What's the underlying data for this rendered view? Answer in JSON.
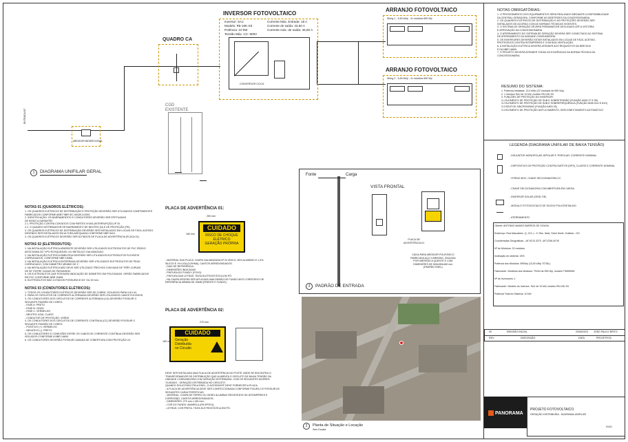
{
  "colors": {
    "accent": "#c99400",
    "warning": "#f5d300",
    "logo_bg": "#1c1c1c",
    "logo_accent": "#e35a1a"
  },
  "inverter": {
    "title": "INVERSOR FOTOVOLTAICO",
    "specs_left": [
      "Inversor: SAJ",
      "Modelo: R5-10K-S3",
      "Potência: 10 kW",
      "Tensão Máx. CC: 600V"
    ],
    "specs_right": [
      "Corrente Máx. Entrada: 18 A",
      "Corrente de saída: 43,50 A",
      "Corrente máx. de saída: 45,50 A"
    ],
    "inner_label": "CONVERSOR CC/CA"
  },
  "arrays": {
    "title": "ARRANJO FOTOVOLTAICO",
    "string1": "String 1 - 6,50 kWp - 11 módulos 590 Wp",
    "string2": "String 2 - 6,50 kWp - 11 módulos 590 Wp"
  },
  "quadro_ca": "QUADRO CA",
  "cgd": "CGD\nEXISTENTE",
  "diagram_title": "DIAGRAMA UNIFILAR GERAL",
  "medidor": "MEDIDOR\nBIDIRECIONAL",
  "diagram_number": "1",
  "fonte": "Fonte",
  "carga": "Carga",
  "vista_frontal": "VISTA FRONTAL",
  "placa_adv_label": "PLACA DE\nADVERTÊNCIA 01",
  "caixa_text": "CAIXA PARA MEDIDOR POLIFÁSICO\nFABRICADA AÇO CARBONO, ZINCADA\nPOR IMERSÃO A QUENTE E COM\nDIMENSÕES DE 500x350x180 mm\n(PADRÃO ENEL)",
  "padrao_title": "PADRÃO DE ENTRADA",
  "padrao_num": "3",
  "placa01": {
    "title": "PLACA DE ADVERTÊNCIA 01:",
    "head": "CUIDADO",
    "body": "RISCO DE CHOQUE\nELÉTRICO\nGERAÇÃO PRÓPRIA",
    "dim_w": "250 mm",
    "dim_h": "180 mm"
  },
  "placa01_notes": [
    "- MATERIAL DAS PLACA: CHAPA GALVANIZADA Nº 24 ZINCO, 96% ALUMÍNIO E 1,3%.",
    "SILÍCIO E 1% LIGA (0,5%M&), CANTOS ARREDONDADOS.",
    "- DIAS DE REFERÊNCIA:",
    "- DIMENSÕES INDICADAS",
    "- PINTURA DO FUNDO: (FOVO)",
    "- PINTURA DAS LETRAS: TINTA ELETROSTÁTICA EM PÓ.",
    "",
    "- NA CHAPA DEVERÁ SER APLICADA UMA DEMÃO DE FUNDO ANTI-CORROSIVO DE",
    "REFERÊNCIA MÍNIMA DE 30MM (FRENTE E FUNDO)."
  ],
  "placa02": {
    "title": "PLACA DE ADVERTÊNCIA 02:",
    "head": "CUIDADO",
    "body": "Geração\nDistribuída\nno Circuito",
    "dim_w": "270 mm",
    "dim_h": "180 mm"
  },
  "placa02_notes": [
    "DEVE SER INSTALADA UMA PLACA DE ADVERTÊNCIA NO POSTE ONDE SE ENCONTRA O",
    "TRANSFORMADOR DE DISTRIBUIÇÃO QUE ALIMENTA O CIRCUITO DE BAIXA TENSÃO DA",
    "UNIDADE CONSUMIDORA COM GERAÇÃO DISTRIBUÍDA, COM OS SEGUINTES DIZERES:",
    "'CUIDADO - GERAÇÃO DISTRIBUÍDA NO CIRCUITO'.",
    "QUANDO SOLICITADO PELA ENEL, O ACESSANTE DEVE FORNECER A PLACA.",
    "",
    "- A PLACA DE ADVERTÊNCIA DEVE SER CONFECCIONADA CONFORME FIGURA 3 E POSSUIR AS",
    "SEGUINTES CARACTERÍSTICAS:",
    "",
    "- MATERIAL: CHAPA DE FERRO OU VIDRO ALUMÍNIO RESISTENTE ÀS INTEMPÉRIES E",
    "  CORROSÃO, CANTOS ARREDONDADOS;",
    "- DIMENSÕES: 270 mm x 180 mm;",
    "- COR DO FUNDO: AMARELA (EM EPÓXI);",
    "- LETRAS: COR PRETA, TINTA ELETROSTÁTICA EM PÓ."
  ],
  "notas01": {
    "title": "NOTAS 01 (QUADROS ELÉTRICOS):",
    "lines": [
      "1. OS QUADROS ELÉTRICOS DE DISTRIBUIÇÃO E PROTEÇÃO DEVERÃO SER UTILIZADOS COMPONENTES",
      "   FABRICADOS CONFORME ABNT NBR IEC 60439-3:2004.",
      "2. IDENTIFICAÇÃO: OS BARRAMENTOS E CONDUTORES DEVERÃO SER EFETUADAS",
      "   DE MODO A GARANTIR:",
      "   2.1. PROTEÇÃO CONTRA CONTATOS COM PARTES VIVAS (INTERRUPÇÃO) IP 20.",
      "   2.2. O QUADRO DISTRIBUIDOR DE BARRAMENTO DE NEUTRO (N) E DE PROTEÇÃO (PE).",
      "3. OS QUADROS ELÉTRICOS DE DISTRIBUIÇÃO DEVERÃO SER INSTALADOS EM LOCAIS DE FÁCIL ACESSO,",
      "   DEVENDO SER INSTALADOS EM ALTURA ADEQUADA CONFORME NBR 5410.",
      "4. OS QUADROS ELÉTRICOS DEVERÃO SER DOTADOS DE PLACA DE ADVERTÊNCIA (PLACA 01)."
    ]
  },
  "notas02": {
    "title": "NOTAS 02 (ELETRODUTOS):",
    "lines": [
      "1. NA INSTALAÇÃO ELÉTRICA APARENTE DEVERÃO SER UTILIZADOS ELETRODUTOS DE PVC RÍGIDO",
      "   ANTICHAMA DO TIPO ROSQUEÁVEL OU METÁLICO GALVANIZADO.",
      "2. NA INSTALAÇÃO ELÉTRICA EMBUTIDA DEVERÃO SER UTILIZADOS ELETRODUTOS FLEXÍVEIS",
      "   CORRUGADOS, CONFORME NBR 15465.",
      "3. NA INSTALAÇÃO ELÉTRICA ENTERRADA DEVERÃO SER UTILIZADOS ELETRODUTOS DE PEAD",
      "   CORRUGADO, COM DIÂMETRO MÍNIMO DE 1\".",
      "4. NA INSTALAÇÃO ELÉTRICA NÃO DEVE SER UTILIZADO TRECHOS COM MAIS DE TRÊS CURVAS",
      "   DE 90° ENTRE CAIXAS DE PASSAGEM.",
      "5. OS ELETRODUTOS QUE POSSUEM INDICAÇÃO DE DIÂMETRO EM POLEGADAS, SERÃO FABRICADOS",
      "   EM PVC CONFORME NBR 15465.",
      "6. ELETRODUTOS NÃO COTADOS POSSUEM Ø 3/4\" OU 20 mm."
    ]
  },
  "notas03": {
    "title": "NOTAS 03 (CONDUTORES ELÉTRICOS):",
    "lines": [
      "1. TODOS OS CONDUTORES ELÉTRICOS DEVERÃO SER DE COBRE, ISOLADOS PARA 0,6/1 kV.",
      "2. PARA OS CIRCUITOS DE CORRENTE ALTERNADA DEVERÃO SER UTILIZADOS CABOS FLEXÍVEIS.",
      "3. OS CONDUTORES DOS CIRCUITOS DE CORRENTE ALTERNADA (CA) DEVERÃO POSSUIR O",
      "   SEGUINTE PADRÃO DE CORES:",
      "   - FASE A: PRETO",
      "   - FASE B: CINZA",
      "   - FASE C: VERMELHO",
      "   - NEUTRO: AZUL CLARO",
      "   - CONDUTOR DE PROTEÇÃO: VERDE",
      "4. OS CONDUTORES DOS CIRCUITOS DE CORRENTE CONTÍNUA (CC) DEVERÃO POSSUIR O",
      "   SEGUINTE PADRÃO DE CORES:",
      "   - POSITIVO (+): VERMELHO",
      "   - NEGATIVO (-): PRETO",
      "5. OS CONDUTORES E CONEXÕES ENTRE OS CABOS DE CORRENTE CONTÍNUA DEVERÃO SER",
      "   ISOLADOS CONFORME A NBR 16690.",
      "6. OS CONDUTORES DEVERÃO POSSUIR CAMADA DE COBERTURA COM PROTEÇÃO UV."
    ]
  },
  "notas_obrig": {
    "title": "NOTAS OBRIGATÓRIAS:",
    "lines": [
      "1. O PROCEDIMENTO DOS EQUIPAMENTOS SERÁ REALIZADO MEDIANTE A DISPONIBILIDADE",
      "   DA CENTRAL GERADORA, CONFORME AS DIRETRIZES DA CONCESSIONÁRIA.",
      "2. OS QUADROS ELÉTRICOS DE DISTRIBUIÇÃO E AS PROTEÇÕES DEVERÃO SER",
      "   INSTALADOS DE ACORDO COM AS NORMAS TÉCNICAS VIGENTES.",
      "3. O SISTEMA DE GERAÇÃO DEVERÁ PERMANECER DESLIGADO ATÉ A VISTORIA",
      "   E APROVAÇÃO DA CONCESSIONÁRIA.",
      "4. O ATERRAMENTO DO SISTEMA DE GERAÇÃO DEVERÁ SER CONECTADO AO SISTEMA",
      "   DE ATERRAMENTO DA UNIDADE CONSUMIDORA.",
      "5. OS INVERSORES DEVERÃO ESTAR INSTALADOS EM LOCAIS DE FÁCIL ACESSO,",
      "   PROTEGIDOS CONTRA INTEMPÉRIES E COM BOA VENTILAÇÃO.",
      "6. A INSTALAÇÃO ELÉTRICA DEVERÁ ATENDER AOS REQUISITOS DA NBR 5410",
      "   E DA NBR 16690.",
      "7. O PROJETO DEVERÁ ATENDER TODAS AS EXIGÊNCIAS DA NORMA TÉCNICA DA",
      "   CONCESSIONÁRIA."
    ]
  },
  "resumo": {
    "title": "RESUMO DO SISTEMA:",
    "lines": [
      "1. Potência instalada: 13,0 kWp (22 módulos de 590 Wp)",
      "2. 1 inversor SAJ de 10 kW, modelo R5-10K-S3",
      "3. FUNÇÕES DE PROTEÇÃO DO INVERSOR:",
      "   3.1 ELEMENTO DE PROTEÇÃO DE SUB E SOBRETENSÃO (FUNÇÃO ANSI 27 E 59)",
      "   3.2 ELEMENTO DE PROTEÇÃO DE SUB E SOBREFREQUÊNCIA (FUNÇÃO ANSI 81U E 81O)",
      "   3.3 RELÉ DE SINCRONISMO (FUNÇÃO ANSI 25)",
      "   3.4 ELEMENTO DE PROTEÇÃO ANTI-ILHAMENTO, DESCONECTAMENTO AUTOMÁTICO"
    ]
  },
  "legenda": {
    "title": "LEGENDA (DIAGRAMA UNIFILAR DE BAIXA TENSÃO)",
    "items": [
      "- DISJUNTOR MONOPOLAR, BIPOLAR E TRIPOLAR, CORRENTE NOMINAL",
      "- DISPOSITIVO DE PROTEÇÃO CONTRA SURTOS (DPS), CLASSE E CORRENTE NOMINAL",
      "- STRING BOX, CHAVE SECCIONADORA CC",
      "- CHAVE SECCIONADORA COM ABERTURA EM CARGA",
      "- INVERSOR SOLAR (GRID-TIE)",
      "- MÓDULO FOTOVOLTAICO DE SILÍCIO POLICRISTALINO",
      "- ATERRAMENTO"
    ]
  },
  "dados": [
    "Cliente: ANTONIO AMADO BARROS DE SOUSA",
    "Endereço: Rua Marcabelo, Q. 213, L. 9, Res. Itaici, Setor Norte, Goiânia - GO",
    "Coordenadas Geográficas: -16°40'12.33\"S -49°13'56.40\"W",
    "Nº de Módulos: 22 módulos",
    "Inclinação do sistema: 15%",
    "Potência dos Módulos: 590Wp (13,00 kWp TOTAL)",
    "Fabricante / Modelos dos Módulos: TSUN de 590 Wp, modelo TSM590M",
    "Nº de Inversores: 1",
    "Fabricante / Modelo do Inversor: SAJ de 10 kW, modelo R5-10K-S3",
    "Potência Total do Sistema: 10 kW"
  ],
  "revisions": {
    "rev": "00",
    "desc": "EMISSÃO INICIAL",
    "date": "03/06/2023",
    "by": "JOÃO PAULO BRITO",
    "h_rev": "REV.",
    "h_desc": "DESCRIÇÃO",
    "h_date": "DATA",
    "h_by": "PROJETISTA"
  },
  "planta_title": "Planta de Situação e Locação",
  "planta_scale": "Sem Escala",
  "planta_num": "2",
  "company": "PANORAMA",
  "project_title": "PROJETO FOTOVOLTAICO",
  "project_sub": "GERAÇÃO DISTRIBUÍDA - DIAGRAMA UNIFILAR",
  "sheet_no": "01/01"
}
